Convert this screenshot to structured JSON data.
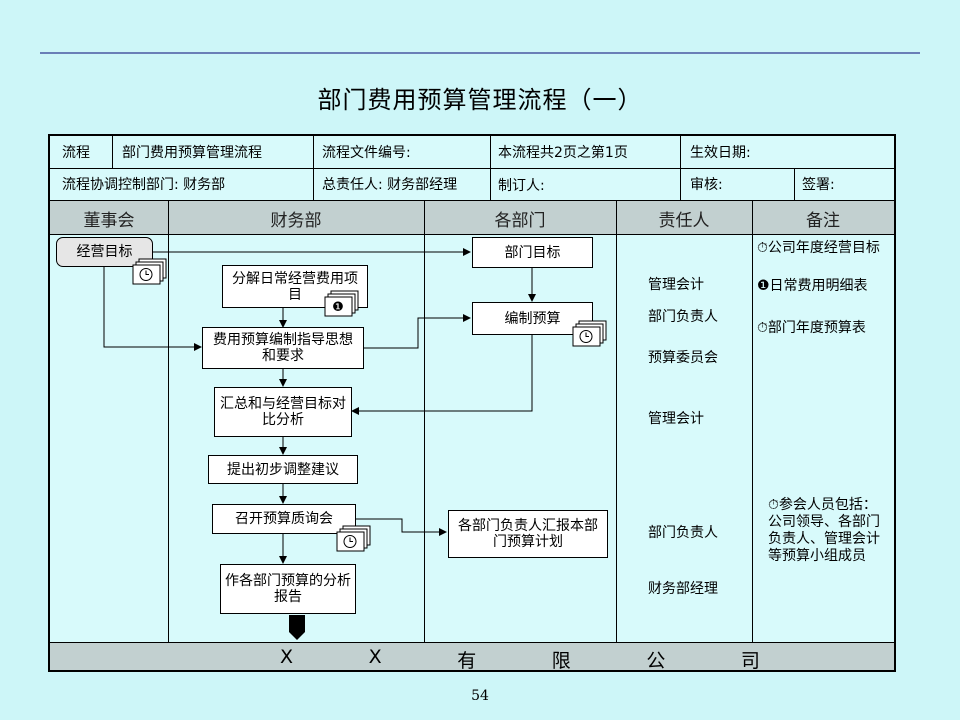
{
  "title": "部门费用预算管理流程（一）",
  "info": {
    "row1": [
      "流程",
      "部门费用预算管理流程",
      "流程文件编号:",
      "本流程共2页之第1页",
      "生效日期:"
    ],
    "row2": [
      "流程协调控制部门: 财务部",
      "总责任人: 财务部经理",
      "制订人:",
      "审核:",
      "签署:"
    ]
  },
  "lanes": [
    "董事会",
    "财务部",
    "各部门",
    "责任人",
    "备注"
  ],
  "steps": {
    "goal": "经营目标",
    "decompose": "分解日常经营费用项目",
    "guide": "费用预算编制指导思想和要求",
    "dept_goal": "部门目标",
    "prepare": "编制预算",
    "summary": "汇总和与经营目标对比分析",
    "proposal": "提出初步调整建议",
    "meeting": "召开预算质询会",
    "report_plan": "各部门负责人汇报本部门预算计划",
    "analysis": "作各部门预算的分析报告"
  },
  "roles": [
    "管理会计",
    "部门负责人",
    "预算委员会",
    "管理会计",
    "部门负责人",
    "财务部经理"
  ],
  "notes": {
    "n1": "⏱公司年度经营目标",
    "n2": "❶日常费用明细表",
    "n3": "⏱部门年度预算表",
    "n4": "⏱参会人员包括：公司领导、各部门负责人、管理会计等预算小组成员"
  },
  "doc_badges": {
    "numbered": "❶"
  },
  "footer": [
    "X",
    "X",
    "有",
    "限",
    "公",
    "司"
  ],
  "page_number": "54",
  "colors": {
    "background": "#cdf6f8",
    "header_band": "#c2d0d0",
    "rule": "#6a7fb7"
  }
}
